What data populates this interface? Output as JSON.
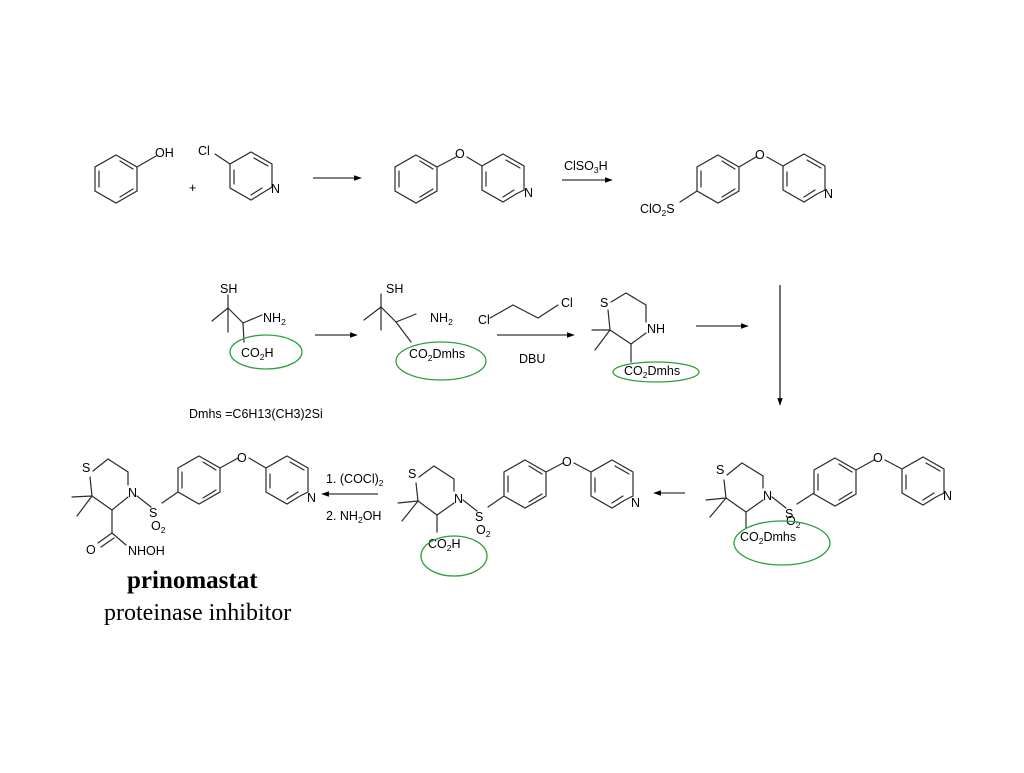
{
  "scheme": {
    "reagents": {
      "step1_reagent": "ClSO3H",
      "chloroethyl_label_1": "Cl",
      "chloroethyl_label_2": "Cl",
      "base_label": "DBU",
      "acid_chloride_step": "1. (COCl)2",
      "hydroxylamine_step": "2. NH2OH"
    },
    "atoms": {
      "oh": "OH",
      "cl": "Cl",
      "n": "N",
      "o": "O",
      "sh": "SH",
      "nh2": "NH2",
      "co2h": "CO2H",
      "co2dmhs": "CO2Dmhs",
      "s": "S",
      "nh": "NH",
      "clo2s": "ClO2S",
      "o2": "O2",
      "nhoh": "NHOH",
      "plus": "+"
    },
    "definition": "Dmhs =C6H13(CH3)2Si",
    "product": {
      "name": "prinomastat",
      "description": "proteinase inhibitor"
    },
    "colors": {
      "highlight": "#2e9e3a",
      "bond": "#2b2b2b"
    }
  }
}
